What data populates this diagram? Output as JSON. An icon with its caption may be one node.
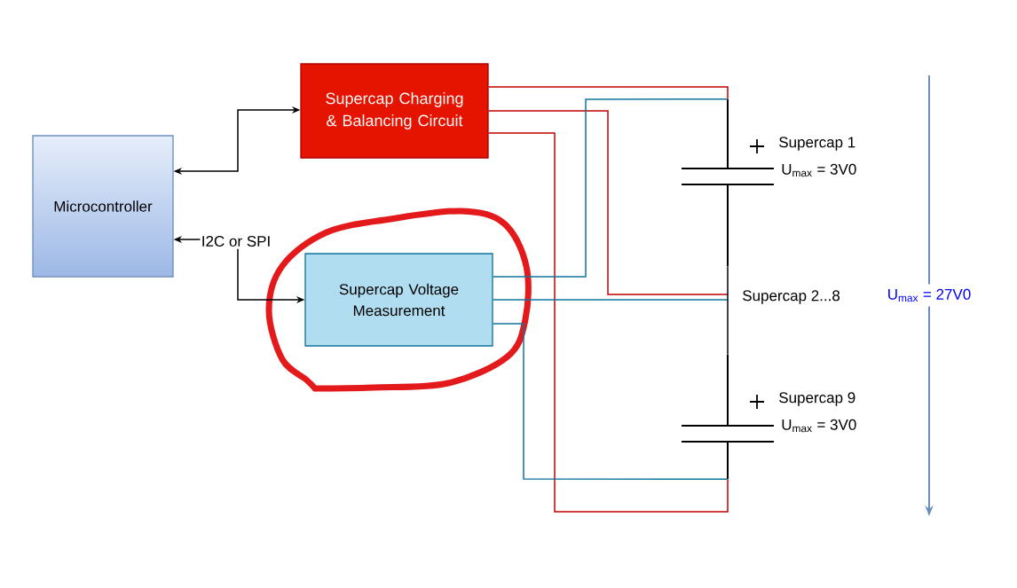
{
  "diagram": {
    "nodes": [
      {
        "text": [
          "Microcontroller"
        ]
      },
      {
        "text": [
          "Supercap Charging & Balancing Circuit"
        ]
      },
      {
        "text": [
          "Supercap Voltage Measurement"
        ]
      },
      {
        "text": [],
        "shape": "capacitor",
        "beside": [
          "Supercap 1",
          "U$_{max}$ = 3V0"
        ]
      },
      {
        "text": [
          "Supercap 2...8"
        ]
      },
      {
        "text": [],
        "shape": "capacitor",
        "beside": [
          "Supercap 9",
          "U$_{max}$ = 3V0"
        ]
      }
    ],
    "edges": [
      {
        "from": 0,
        "to": 1,
        "arrow": "both"
      },
      {
        "from": 0,
        "to": 2,
        "arrow": "both",
        "label": "I2C or SPI"
      },
      {
        "from": 1,
        "to": 3,
        "arrow": "none",
        "color": "#c00000"
      },
      {
        "from": 1,
        "to": 4,
        "arrow": "none",
        "color": "#c00000"
      },
      {
        "from": 1,
        "to": 5,
        "arrow": "none",
        "color": "#c00000"
      },
      {
        "from": 2,
        "to": 3,
        "arrow": "none",
        "color": "#10739e"
      },
      {
        "from": 2,
        "to": 4,
        "arrow": "none",
        "color": "#10739e"
      },
      {
        "from": 2,
        "to": 5,
        "arrow": "none",
        "color": "#10739e"
      },
      {
        "from": 3,
        "to": 4,
        "arrow": "none"
      },
      {
        "from": 4,
        "to": 5,
        "arrow": "none"
      }
    ],
    "labels": [
      "U$_{max}$ = 27V0"
    ]
  }
}
